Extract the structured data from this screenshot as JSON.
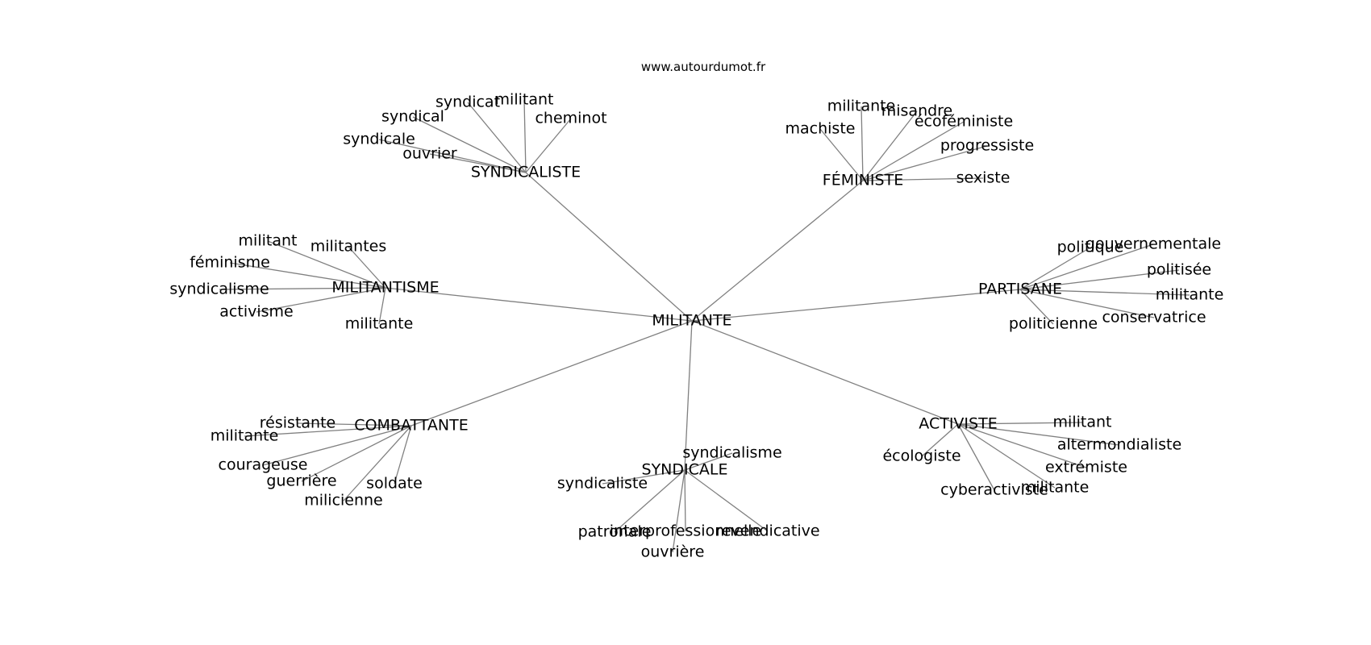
{
  "header": {
    "site": "www.autourdumot.fr"
  },
  "graph": {
    "center": "MILITANTE",
    "clusters": [
      {
        "hub": "SYNDICALISTE",
        "leaves": [
          "syndicat",
          "militant",
          "syndical",
          "cheminot",
          "syndicale",
          "ouvrier"
        ]
      },
      {
        "hub": "FÉMINISTE",
        "leaves": [
          "militante",
          "misandre",
          "machiste",
          "écoféministe",
          "progressiste",
          "sexiste"
        ]
      },
      {
        "hub": "MILITANTISME",
        "leaves": [
          "militant",
          "militantes",
          "féminisme",
          "syndicalisme",
          "activisme",
          "militante"
        ]
      },
      {
        "hub": "PARTISANE",
        "leaves": [
          "politique",
          "gouvernementale",
          "politisée",
          "militante",
          "conservatrice",
          "politicienne"
        ]
      },
      {
        "hub": "COMBATTANTE",
        "leaves": [
          "résistante",
          "militante",
          "courageuse",
          "guerrière",
          "soldate",
          "milicienne"
        ]
      },
      {
        "hub": "SYNDICALE",
        "leaves": [
          "syndicalisme",
          "syndicaliste",
          "patronale",
          "interprofessionnelle",
          "revendicative",
          "ouvrière"
        ]
      },
      {
        "hub": "ACTIVISTE",
        "leaves": [
          "militant",
          "altermondialiste",
          "écologiste",
          "extrémiste",
          "cyberactiviste",
          "militante"
        ]
      }
    ]
  }
}
